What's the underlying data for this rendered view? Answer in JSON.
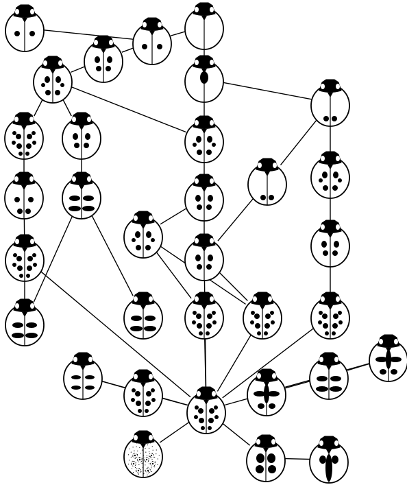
{
  "diagram": {
    "kind": "ladybird elytral pattern network",
    "colors": {
      "ink": "#000000",
      "paper": "#ffffff"
    },
    "nodes": [
      {
        "id": "n1",
        "pattern": "two-spot"
      },
      {
        "id": "n2",
        "pattern": "two-spot"
      },
      {
        "id": "n3",
        "pattern": "immaculate"
      },
      {
        "id": "n4",
        "pattern": "four-spot"
      },
      {
        "id": "n5",
        "pattern": "six-spot"
      },
      {
        "id": "n6",
        "pattern": "scutellar-spot"
      },
      {
        "id": "n7",
        "pattern": "two-spot-apical"
      },
      {
        "id": "n8",
        "pattern": "six-spot"
      },
      {
        "id": "n9",
        "pattern": "many-spot"
      },
      {
        "id": "n10",
        "pattern": "four-spot"
      },
      {
        "id": "n11",
        "pattern": "four-spot-apical"
      },
      {
        "id": "n12",
        "pattern": "two-spot-apical"
      },
      {
        "id": "n13",
        "pattern": "banded"
      },
      {
        "id": "n14",
        "pattern": "many-spot"
      },
      {
        "id": "n15",
        "pattern": "four-spot"
      },
      {
        "id": "n16",
        "pattern": "six-spot"
      },
      {
        "id": "n17",
        "pattern": "four-spot"
      },
      {
        "id": "n18",
        "pattern": "six-spot"
      },
      {
        "id": "n19",
        "pattern": "banded"
      },
      {
        "id": "n20",
        "pattern": "banded"
      },
      {
        "id": "n21",
        "pattern": "many-spot"
      },
      {
        "id": "n22",
        "pattern": "many-spot"
      },
      {
        "id": "n23",
        "pattern": "four-spot"
      },
      {
        "id": "n24",
        "pattern": "many-spot"
      },
      {
        "id": "n25",
        "pattern": "banded-light"
      },
      {
        "id": "n26",
        "pattern": "many-spot"
      },
      {
        "id": "n27",
        "pattern": "many-spot"
      },
      {
        "id": "n28",
        "pattern": "banded"
      },
      {
        "id": "n29",
        "pattern": "cruciform"
      },
      {
        "id": "n30",
        "pattern": "cruciform"
      },
      {
        "id": "n31",
        "pattern": "dotted-rosettes"
      },
      {
        "id": "n32",
        "pattern": "blotched"
      },
      {
        "id": "n33",
        "pattern": "stripe"
      }
    ],
    "edges": [
      [
        "n1",
        "n2"
      ],
      [
        "n2",
        "n3"
      ],
      [
        "n4",
        "n2"
      ],
      [
        "n5",
        "n4"
      ],
      [
        "n3",
        "n6"
      ],
      [
        "n6",
        "n7"
      ],
      [
        "n6",
        "n8"
      ],
      [
        "n5",
        "n8"
      ],
      [
        "n5",
        "n9"
      ],
      [
        "n5",
        "n10"
      ],
      [
        "n9",
        "n11"
      ],
      [
        "n10",
        "n13"
      ],
      [
        "n11",
        "n14"
      ],
      [
        "n13",
        "n19"
      ],
      [
        "n14",
        "n19"
      ],
      [
        "n8",
        "n15"
      ],
      [
        "n15",
        "n17"
      ],
      [
        "n7",
        "n16"
      ],
      [
        "n16",
        "n23"
      ],
      [
        "n12",
        "n7"
      ],
      [
        "n12",
        "n17"
      ],
      [
        "n18",
        "n15"
      ],
      [
        "n18",
        "n21"
      ],
      [
        "n18",
        "n22"
      ],
      [
        "n17",
        "n22"
      ],
      [
        "n17",
        "n26"
      ],
      [
        "n23",
        "n24"
      ],
      [
        "n13",
        "n20"
      ],
      [
        "n14",
        "n26"
      ],
      [
        "n21",
        "n26"
      ],
      [
        "n22",
        "n26"
      ],
      [
        "n25",
        "n26"
      ],
      [
        "n24",
        "n26"
      ],
      [
        "n25",
        "n27"
      ],
      [
        "n27",
        "n26"
      ],
      [
        "n28",
        "n26"
      ],
      [
        "n29",
        "n28"
      ],
      [
        "n29",
        "n30"
      ],
      [
        "n26",
        "n31"
      ],
      [
        "n26",
        "n32"
      ],
      [
        "n32",
        "n33"
      ]
    ]
  }
}
